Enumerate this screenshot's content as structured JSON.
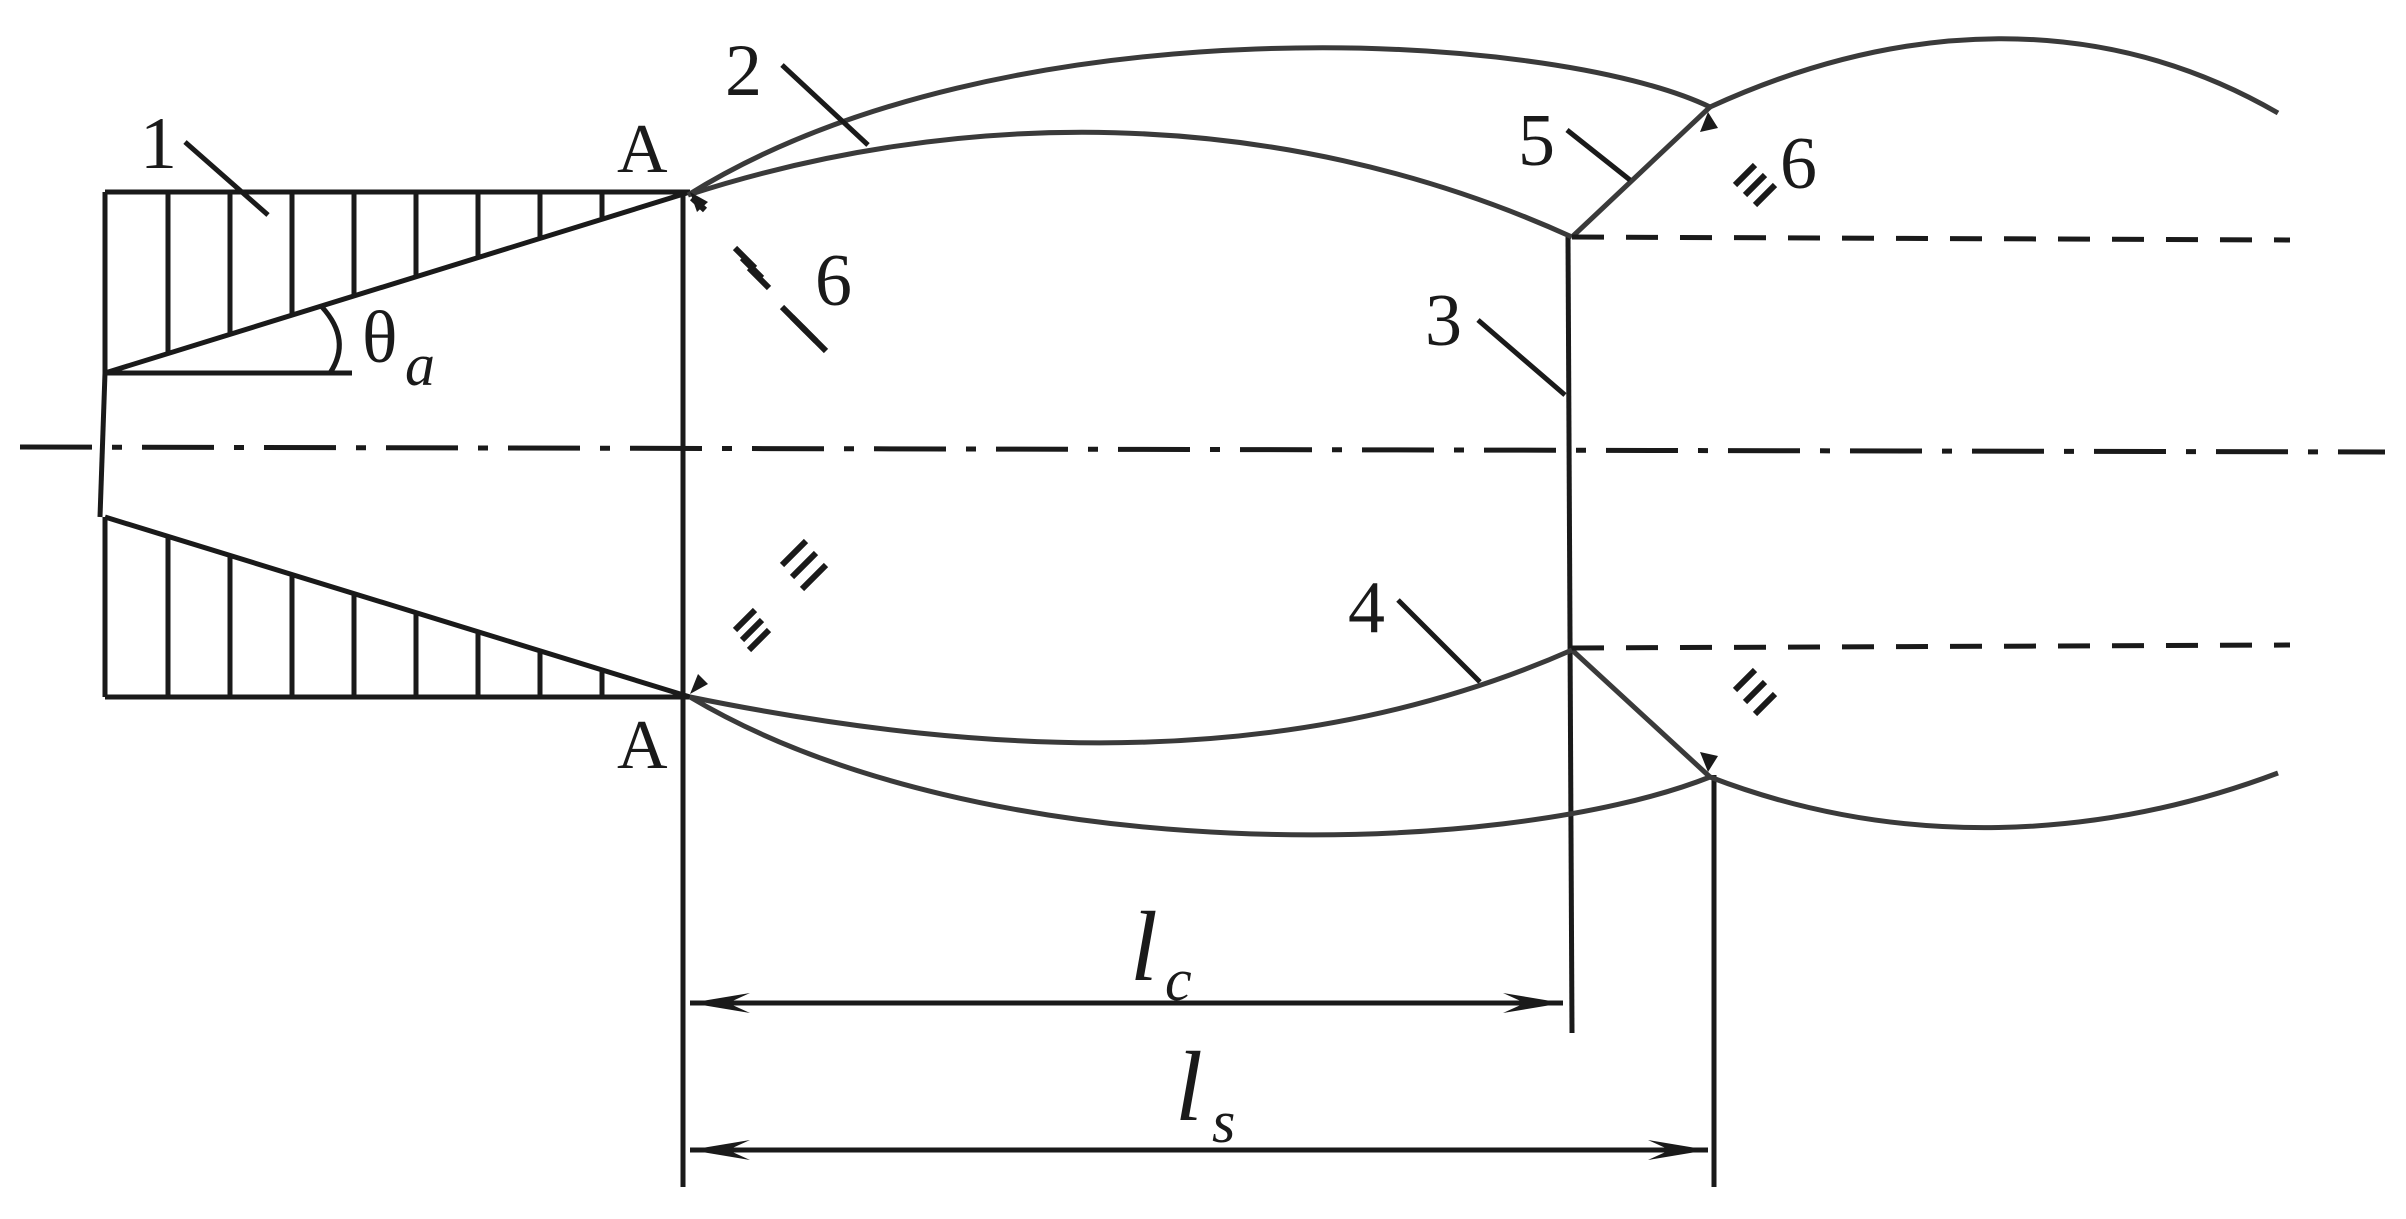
{
  "labels": {
    "nozzle": "1",
    "upper_boundary": "2",
    "mach_disk": "3",
    "lower_boundary": "4",
    "reflected_shock": "5",
    "expansion_upper": "6",
    "expansion_lower": "6",
    "point_a_top": "A",
    "point_a_bottom": "A",
    "theta": "θ",
    "theta_sub": "a",
    "lc": "l",
    "lc_sub": "c",
    "ls": "l",
    "ls_sub": "s"
  },
  "colors": {
    "ink": "#1a1a1a",
    "curve": "#3a3a3a"
  }
}
